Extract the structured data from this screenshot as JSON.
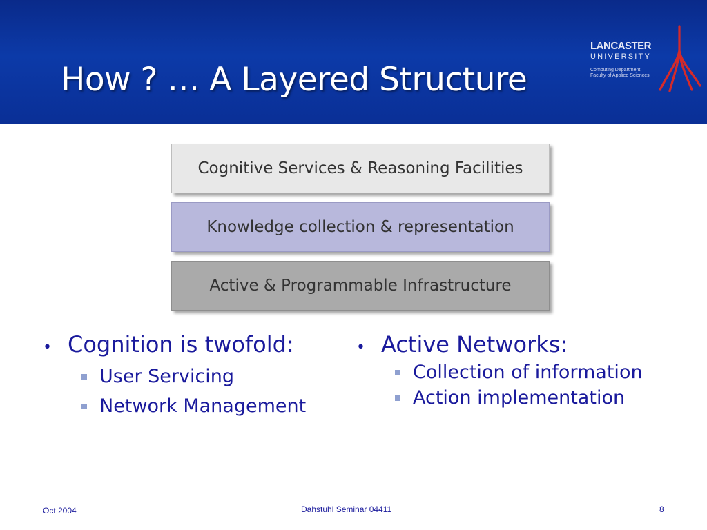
{
  "slide": {
    "title": "How ? … A Layered Structure"
  },
  "logo": {
    "name": "LANCASTER",
    "university": "UNIVERSITY",
    "department": "Computing Department",
    "faculty": "Faculty of Applied Sciences"
  },
  "layers": [
    {
      "label": "Cognitive Services & Reasoning Facilities",
      "color": "#e8e8e8"
    },
    {
      "label": "Knowledge collection & representation",
      "color": "#b8b8dc"
    },
    {
      "label": "Active & Programmable Infrastructure",
      "color": "#aaaaaa"
    }
  ],
  "left_column": {
    "heading": "Cognition is twofold:",
    "items": [
      "User Servicing",
      "Network Management"
    ]
  },
  "right_column": {
    "heading": "Active Networks:",
    "items": [
      "Collection of information",
      "Action implementation"
    ]
  },
  "footer": {
    "date": "Oct 2004",
    "center": "Dahstuhl Seminar 04411",
    "page": "8"
  },
  "colors": {
    "header_blue": "#0c3aa8",
    "text_blue": "#1a1a9c",
    "logo_red": "#d42a2a"
  }
}
